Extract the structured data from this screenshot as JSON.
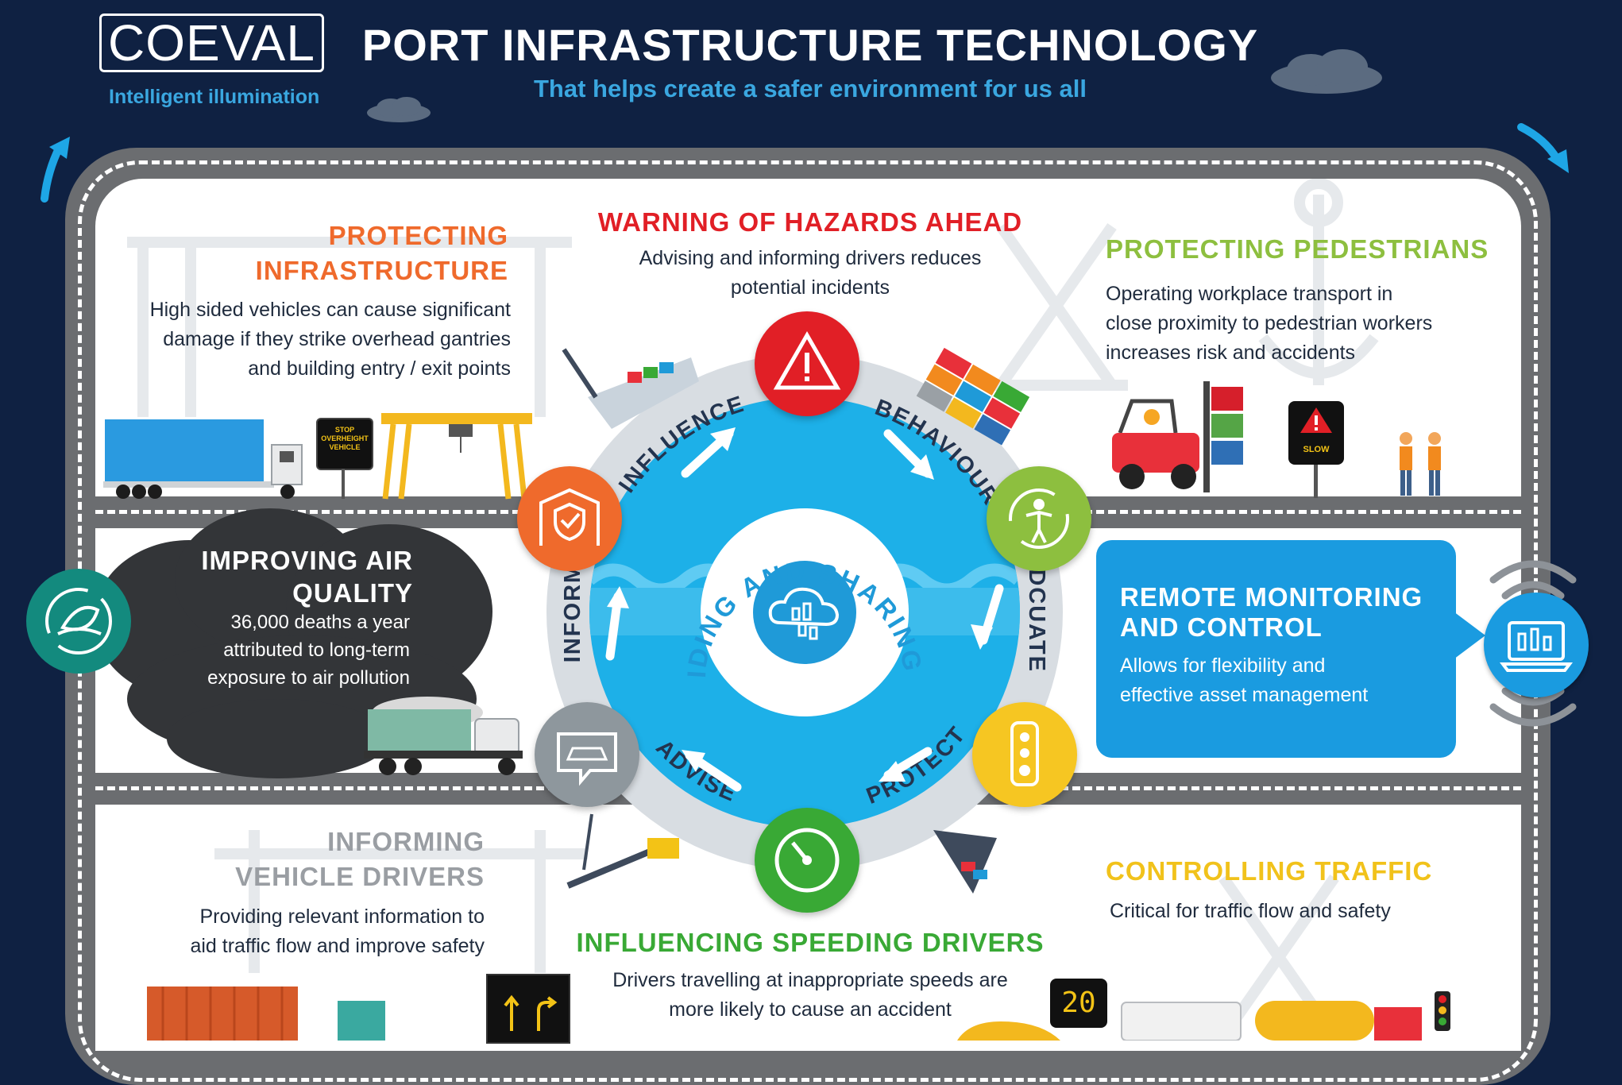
{
  "header": {
    "logo": "COEVAL",
    "tagline": "Intelligent illumination",
    "title": "PORT INFRASTRUCTURE TECHNOLOGY",
    "subtitle": "That helps create a safer environment for us all"
  },
  "sections": {
    "protecting_infrastructure": {
      "title_line1": "PROTECTING",
      "title_line2": "INFRASTRUCTURE",
      "body_line1": "High sided vehicles can cause significant",
      "body_line2": "damage if they strike overhead gantries",
      "body_line3": "and building entry / exit points",
      "sign": "STOP OVERHEIGHT VEHICLE",
      "color": "#ef6a2c"
    },
    "warning_hazards": {
      "title": "WARNING OF HAZARDS AHEAD",
      "body_line1": "Advising and informing drivers reduces",
      "body_line2": "potential incidents",
      "color": "#e11f26"
    },
    "protecting_pedestrians": {
      "title": "PROTECTING PEDESTRIANS",
      "body_line1": "Operating workplace transport in",
      "body_line2": "close proximity to pedestrian workers",
      "body_line3": "increases risk and accidents",
      "sign": "SLOW",
      "color": "#8dbf3f"
    },
    "air_quality": {
      "title_line1": "IMPROVING AIR",
      "title_line2": "QUALITY",
      "body_line1": "36,000 deaths a year",
      "body_line2": "attributed to long-term",
      "body_line3": "exposure to air pollution"
    },
    "remote_monitoring": {
      "title_line1": "REMOTE MONITORING",
      "title_line2": "AND CONTROL",
      "body_line1": "Allows for flexibility and",
      "body_line2": "effective asset management"
    },
    "informing_drivers": {
      "title_line1": "INFORMING",
      "title_line2": "VEHICLE DRIVERS",
      "body_line1": "Providing relevant information to",
      "body_line2": "aid traffic flow and improve safety",
      "color": "#9a9ea3"
    },
    "speeding_drivers": {
      "title": "INFLUENCING SPEEDING DRIVERS",
      "body_line1": "Drivers travelling at inappropriate speeds are",
      "body_line2": "more likely to cause an accident",
      "sign": "20",
      "color": "#39a935"
    },
    "controlling_traffic": {
      "title": "CONTROLLING TRAFFIC",
      "body": "Critical for traffic flow and safety",
      "color": "#f1c21b"
    }
  },
  "cycle": {
    "center_text": "PROVIDING AND SHARING DATA",
    "labels": {
      "influence": "INFLUENCE",
      "behaviour": "BEHAVIOUR",
      "educate": "EDCUATE",
      "protect": "PROTECT",
      "advise": "ADVISE",
      "inform": "INFORM"
    },
    "node_colors": {
      "hazard": "#e11f26",
      "pedestrian": "#8dbf3f",
      "traffic_light": "#f6c622",
      "speed": "#39a935",
      "vehicle": "#8e979d",
      "infrastructure": "#ef6a2c"
    }
  },
  "icons": {
    "hazard": "warning-triangle-icon",
    "pedestrian": "person-cycle-icon",
    "traffic_light": "traffic-light-icon",
    "speed": "speedometer-icon",
    "vehicle": "car-message-icon",
    "infrastructure": "shield-check-icon",
    "center": "cloud-data-icon",
    "air": "leaf-cycle-icon",
    "remote": "laptop-dashboard-icon"
  }
}
